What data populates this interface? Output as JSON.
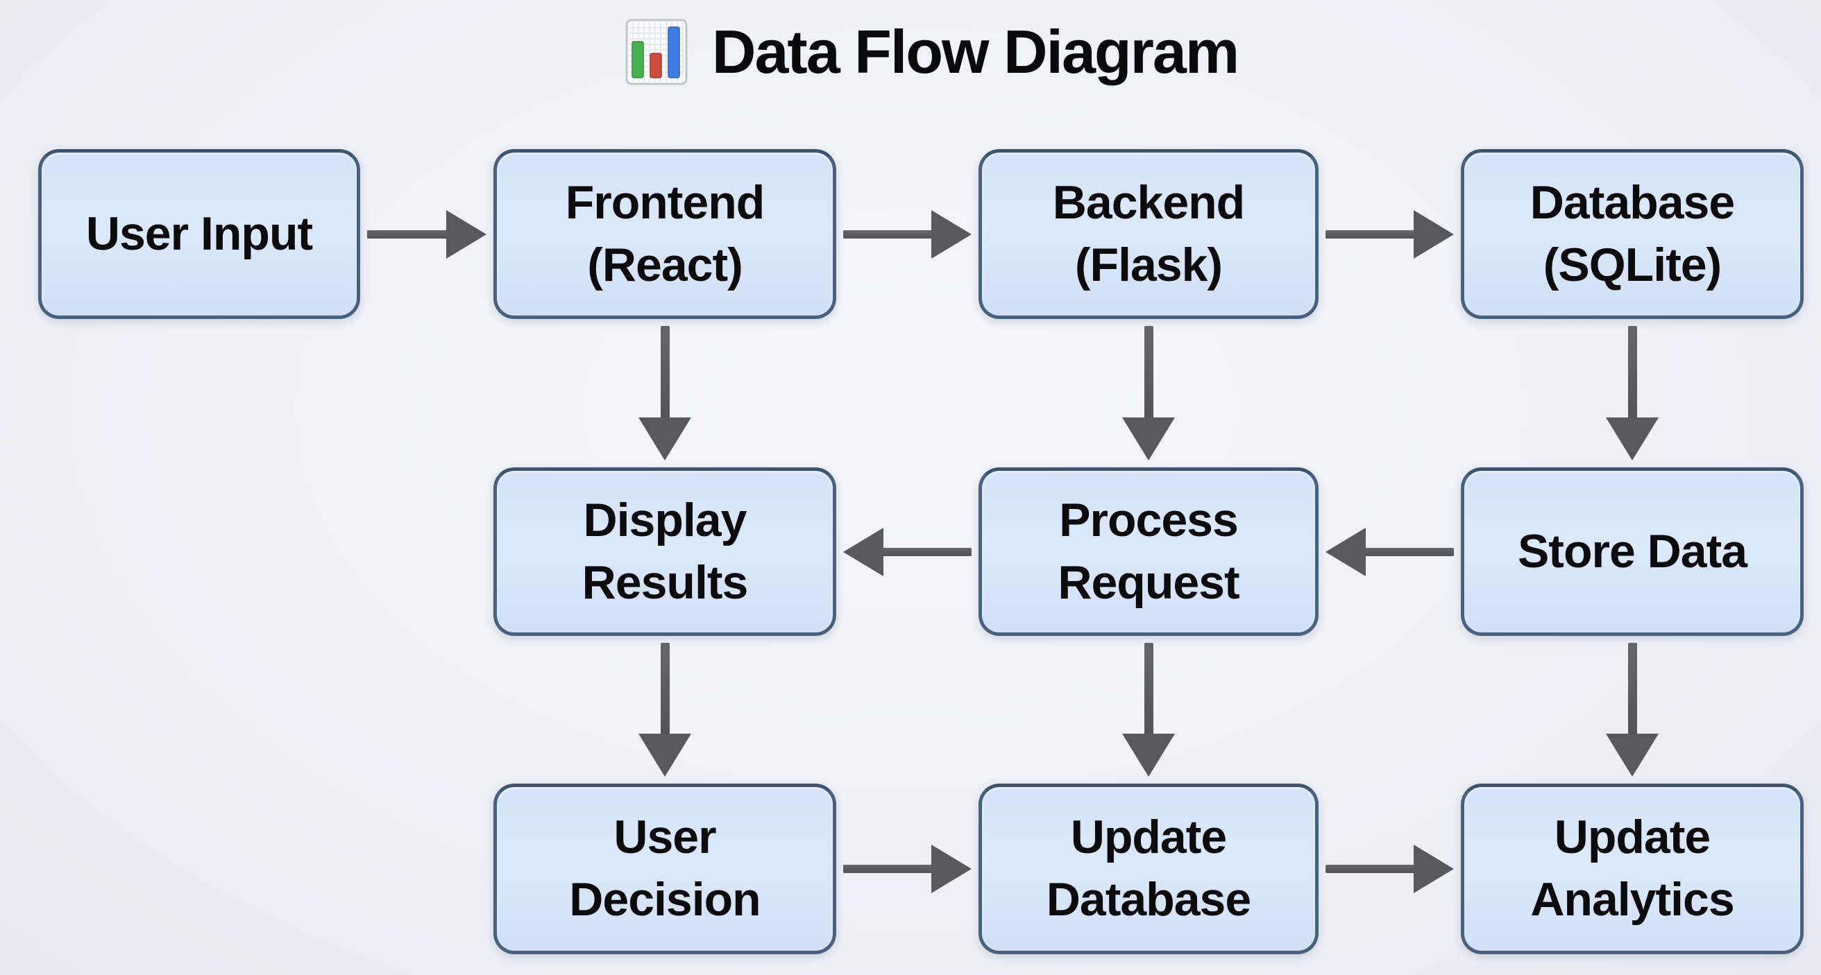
{
  "title": "Data Flow Diagram",
  "title_icon": "bar-chart-emoji",
  "colors": {
    "background": "#eef1f6",
    "node_fill_top": "#d5e2f7",
    "node_fill_bottom": "#d1dff5",
    "node_border": "#49617f",
    "node_text": "#0b0b0d",
    "arrow": "#56595e",
    "title_text": "#0a0a0c",
    "icon_bar_green": "#47b14e",
    "icon_bar_red": "#cf4d3f",
    "icon_bar_blue": "#3c7ee0"
  },
  "diagram": {
    "nodes": [
      {
        "id": "user_input",
        "label": "User Input"
      },
      {
        "id": "frontend",
        "label": "Frontend\n(React)"
      },
      {
        "id": "backend",
        "label": "Backend\n(Flask)"
      },
      {
        "id": "database",
        "label": "Database\n(SQLite)"
      },
      {
        "id": "display_results",
        "label": "Display\nResults"
      },
      {
        "id": "process_request",
        "label": "Process\nRequest"
      },
      {
        "id": "store_data",
        "label": "Store Data"
      },
      {
        "id": "user_decision",
        "label": "User\nDecision"
      },
      {
        "id": "update_database",
        "label": "Update\nDatabase"
      },
      {
        "id": "update_analytics",
        "label": "Update\nAnalytics"
      }
    ],
    "edges": [
      {
        "from": "user_input",
        "to": "frontend",
        "direction": "right"
      },
      {
        "from": "frontend",
        "to": "backend",
        "direction": "right"
      },
      {
        "from": "backend",
        "to": "database",
        "direction": "right"
      },
      {
        "from": "frontend",
        "to": "display_results",
        "direction": "down"
      },
      {
        "from": "backend",
        "to": "process_request",
        "direction": "down"
      },
      {
        "from": "database",
        "to": "store_data",
        "direction": "down"
      },
      {
        "from": "process_request",
        "to": "display_results",
        "direction": "left"
      },
      {
        "from": "store_data",
        "to": "process_request",
        "direction": "left"
      },
      {
        "from": "display_results",
        "to": "user_decision",
        "direction": "down"
      },
      {
        "from": "process_request",
        "to": "update_database",
        "direction": "down"
      },
      {
        "from": "store_data",
        "to": "update_analytics",
        "direction": "down"
      },
      {
        "from": "user_decision",
        "to": "update_database",
        "direction": "right"
      },
      {
        "from": "update_database",
        "to": "update_analytics",
        "direction": "right"
      }
    ]
  }
}
